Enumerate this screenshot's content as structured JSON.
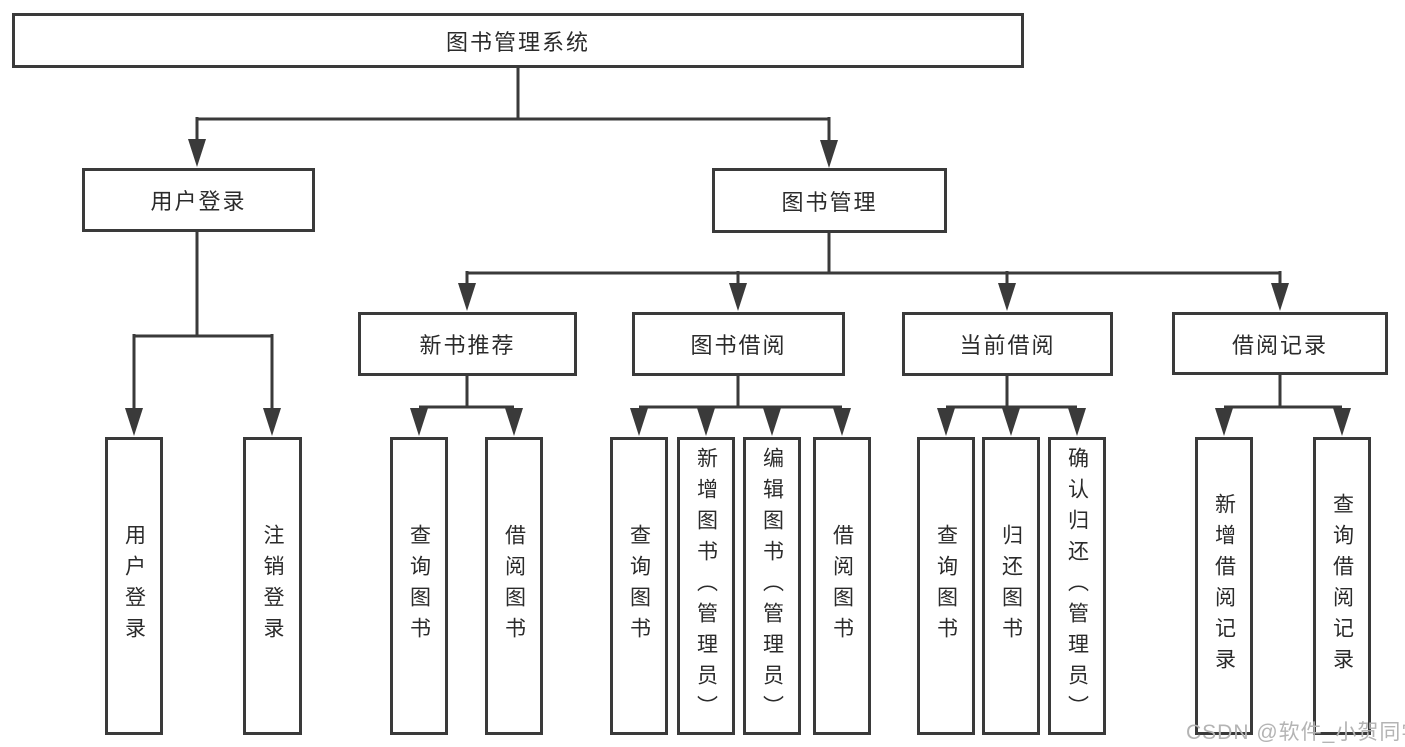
{
  "colors": {
    "line": "#3a3a3a",
    "box_border": "#3a3a3a",
    "text": "#2b2b2b",
    "background": "#ffffff",
    "watermark": "#b4b4b4"
  },
  "diagram": {
    "root": {
      "label": "图书管理系统"
    },
    "level2": {
      "user_login": {
        "label": "用户登录"
      },
      "book_management": {
        "label": "图书管理"
      }
    },
    "level3": {
      "new_book_recommend": {
        "label": "新书推荐"
      },
      "book_borrow": {
        "label": "图书借阅"
      },
      "current_borrow": {
        "label": "当前借阅"
      },
      "borrow_records": {
        "label": "借阅记录"
      }
    },
    "leaves": {
      "user_login": [
        "用户登录",
        "注销登录"
      ],
      "new_book_recommend": [
        "查询图书",
        "借阅图书"
      ],
      "book_borrow": [
        "查询图书",
        "新增图书（管理员）",
        "编辑图书（管理员）",
        "借阅图书"
      ],
      "current_borrow": [
        "查询图书",
        "归还图书",
        "确认归还（管理员）"
      ],
      "borrow_records": [
        "新增借阅记录",
        "查询借阅记录"
      ]
    }
  },
  "watermark": "CSDN @软件_小贺同学"
}
